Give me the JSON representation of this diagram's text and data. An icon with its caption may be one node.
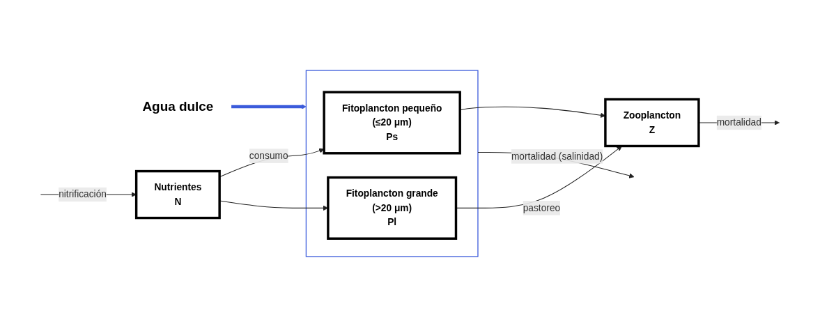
{
  "diagram": {
    "nodes": [
      {
        "text": [
          "Agua dulce"
        ]
      },
      {
        "text": [],
        "shape": "box"
      },
      {
        "text": [
          "Fitoplancton pequeño",
          "(≤20 μm)",
          "Ps"
        ],
        "in": 1
      },
      {
        "text": [
          "Fitoplancton grande",
          "(>20 μm)",
          "Pl"
        ],
        "in": 1
      },
      {
        "text": [
          "Nutrientes",
          "N"
        ]
      },
      {
        "text": [
          "Zooplancton",
          "Z"
        ]
      }
    ],
    "edges": [
      {
        "from": 0,
        "to": 1,
        "arrow": "to",
        "style": "thick",
        "color": "#3b5bdb"
      },
      {
        "from": 4,
        "to": 2,
        "arrow": "to",
        "label": "consumo"
      },
      {
        "from": 4,
        "to": 3,
        "arrow": "to"
      },
      {
        "from": 2,
        "to": 5,
        "arrow": "to"
      },
      {
        "from": 3,
        "to": 5,
        "arrow": "to",
        "label": "pastoreo"
      },
      {
        "from": 5,
        "to": null,
        "arrow": "to",
        "label": "mortalidad"
      },
      {
        "from": 1,
        "to": null,
        "arrow": "to",
        "label": "mortalidad (salinidad)"
      },
      {
        "from": null,
        "to": 4,
        "arrow": "to",
        "label": "nitrificación"
      }
    ]
  }
}
